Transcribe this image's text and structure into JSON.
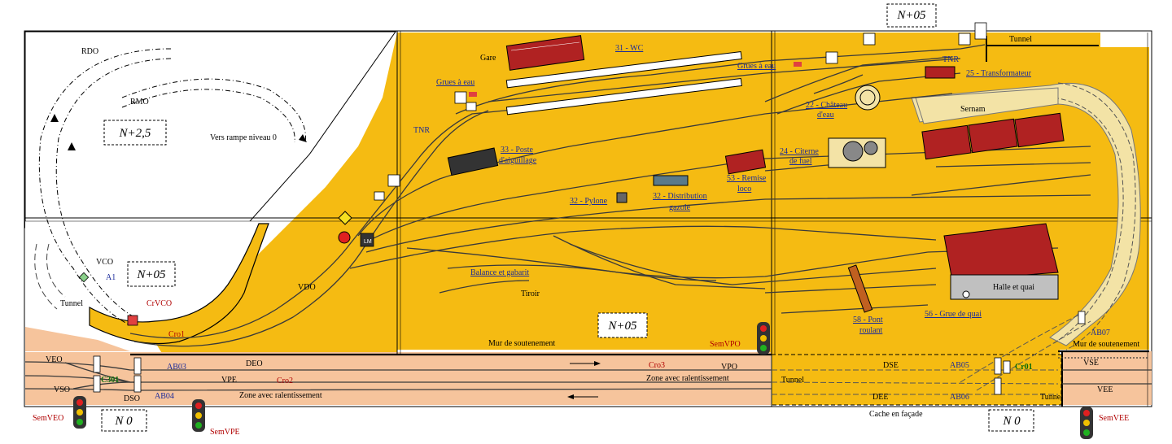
{
  "levels": {
    "top": "N+05",
    "upper_left": "N+2,5",
    "left_mid": "N+05",
    "center": "N+05",
    "bottom_left": "N 0",
    "bottom_right": "N 0"
  },
  "labels": {
    "rdo": "RDO",
    "rmo": "RMO",
    "vers_rampe": "Vers rampe niveau 0",
    "gare": "Gare",
    "wc": "31 - WC",
    "grues_eau_left": "Grues à eau",
    "grues_eau_right": "Grues à eau",
    "tunnel_top": "Tunnel",
    "tnr_right": "TNR",
    "transformateur": "25 - Transformateur",
    "chateau_eau_1": "22 - Château",
    "chateau_eau_2": "d'eau",
    "sernam": "Sernam",
    "tnr_left": "TNR",
    "poste_aiguillage_1": "33 - Poste",
    "poste_aiguillage_2": "d'aiguillage",
    "citerne_1": "24 - Citerne",
    "citerne_2": "de fuel",
    "remise_1": "53 - Remise",
    "remise_2": "loco",
    "pylone": "32 - Pylone",
    "distribution_1": "32 - Distribution",
    "distribution_2": "gazole",
    "vco": "VCO",
    "a1": "A1",
    "tunnel_left": "Tunnel",
    "crvco": "CrVCO",
    "cro1": "Cro1",
    "vdo": "VDO",
    "balance_gabarit": "Balance et gabarit",
    "tiroir": "Tiroir",
    "mur_soutenement_center": "Mur de soutenement",
    "semvpo": "SemVPO",
    "pont_roulant_1": "58 - Pont",
    "pont_roulant_2": "roulant",
    "halle_quai": "Halle et quai",
    "grue_quai": "56 - Grue de quai",
    "ab07": "AB07",
    "mur_soutenement_right": "Mur de soutenement",
    "veo": "VEO",
    "ab03": "AB03",
    "deo": "DEO",
    "cro3": "Cro3",
    "vpo": "VPO",
    "dse": "DSE",
    "ab05": "AB05",
    "cr01": "Cr01",
    "vse": "VSE",
    "c301": "C301",
    "vpe": "VPE",
    "cro2": "Cro2",
    "zone_ralent_top": "Zone avec ralentissement",
    "tunnel_bottom": "Tunnel",
    "vee": "VEE",
    "vso": "VSO",
    "dso": "DSO",
    "ab04": "AB04",
    "zone_ralent_bottom": "Zone avec ralentissement",
    "dee": "DEE",
    "ab06": "AB06",
    "tunnel_br": "Tunnel",
    "cache_facade": "Cache en façade",
    "semveo": "SemVEO",
    "semvpe": "SemVPE",
    "semvee": "SemVEE",
    "lm": "LM"
  },
  "colors": {
    "board_yellow": "#f5bb12",
    "lower_salmon": "#f6c49c",
    "building_red": "#b02222",
    "sernam_beige": "#f3e3a6",
    "label_blue": "#1a2a9a",
    "label_red": "#b00000"
  }
}
